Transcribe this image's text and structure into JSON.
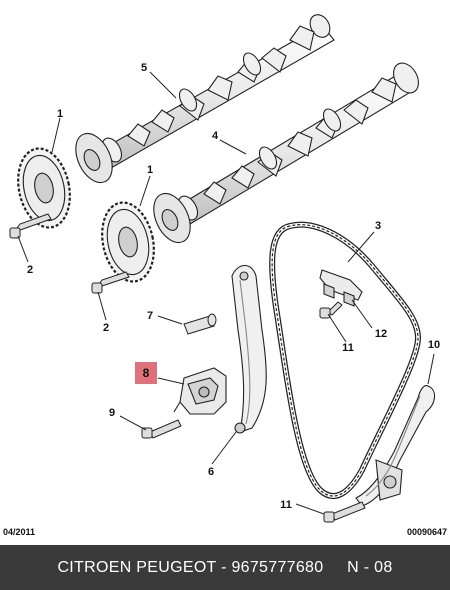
{
  "callouts": [
    {
      "id": "c5",
      "label": "5"
    },
    {
      "id": "c1a",
      "label": "1"
    },
    {
      "id": "c1b",
      "label": "1"
    },
    {
      "id": "c4",
      "label": "4"
    },
    {
      "id": "c3",
      "label": "3"
    },
    {
      "id": "c2a",
      "label": "2"
    },
    {
      "id": "c2b",
      "label": "2"
    },
    {
      "id": "c7",
      "label": "7"
    },
    {
      "id": "c8",
      "label": "8",
      "highlighted": true
    },
    {
      "id": "c9",
      "label": "9"
    },
    {
      "id": "c6",
      "label": "6"
    },
    {
      "id": "c11a",
      "label": "11"
    },
    {
      "id": "c12",
      "label": "12"
    },
    {
      "id": "c10",
      "label": "10"
    },
    {
      "id": "c11b",
      "label": "11"
    }
  ],
  "meta": {
    "date": "04/2011",
    "reference": "00090647"
  },
  "footer": {
    "text": "CITROEN PEUGEOT - 9675777680     N - 08"
  },
  "colors": {
    "highlight": "#e0707a",
    "footer_bg": "#3a3a3a",
    "line": "#222222",
    "part_fill": "#f2f2f2",
    "part_shade": "#cfcfcf"
  }
}
